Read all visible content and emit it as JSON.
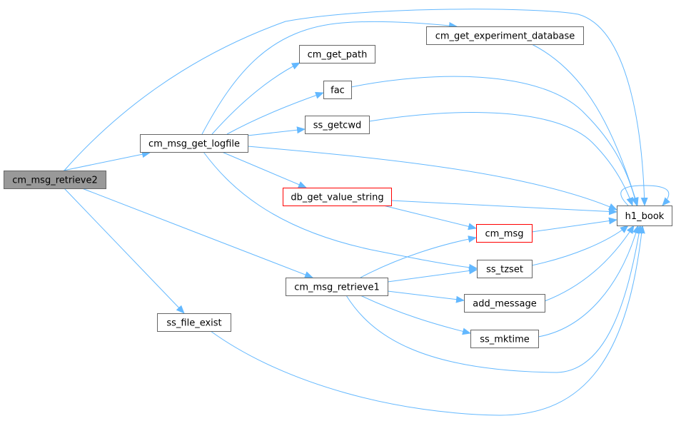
{
  "colors": {
    "edge": "#63b8ff",
    "node_fill": "#ffffff",
    "node_border": "#666666",
    "root_fill": "#999999",
    "root_border": "#666666",
    "truncated_border": "#ff0000"
  },
  "nodes": {
    "cm_msg_retrieve2": {
      "label": "cm_msg_retrieve2",
      "kind": "root"
    },
    "cm_msg_get_logfile": {
      "label": "cm_msg_get_logfile",
      "kind": "normal"
    },
    "cm_msg_retrieve1": {
      "label": "cm_msg_retrieve1",
      "kind": "normal"
    },
    "ss_file_exist": {
      "label": "ss_file_exist",
      "kind": "normal"
    },
    "cm_get_experiment_database": {
      "label": "cm_get_experiment_database",
      "kind": "normal"
    },
    "cm_get_path": {
      "label": "cm_get_path",
      "kind": "normal"
    },
    "fac": {
      "label": "fac",
      "kind": "normal"
    },
    "ss_getcwd": {
      "label": "ss_getcwd",
      "kind": "normal"
    },
    "db_get_value_string": {
      "label": "db_get_value_string",
      "kind": "truncated"
    },
    "cm_msg": {
      "label": "cm_msg",
      "kind": "truncated"
    },
    "ss_tzset": {
      "label": "ss_tzset",
      "kind": "normal"
    },
    "add_message": {
      "label": "add_message",
      "kind": "normal"
    },
    "ss_mktime": {
      "label": "ss_mktime",
      "kind": "normal"
    },
    "h1_book": {
      "label": "h1_book",
      "kind": "normal"
    }
  },
  "edges": [
    {
      "from": "cm_msg_retrieve2",
      "to": "cm_msg_get_logfile"
    },
    {
      "from": "cm_msg_retrieve2",
      "to": "cm_msg_retrieve1"
    },
    {
      "from": "cm_msg_retrieve2",
      "to": "ss_file_exist"
    },
    {
      "from": "cm_msg_retrieve2",
      "to": "h1_book"
    },
    {
      "from": "cm_msg_get_logfile",
      "to": "cm_get_experiment_database"
    },
    {
      "from": "cm_msg_get_logfile",
      "to": "cm_get_path"
    },
    {
      "from": "cm_msg_get_logfile",
      "to": "fac"
    },
    {
      "from": "cm_msg_get_logfile",
      "to": "ss_getcwd"
    },
    {
      "from": "cm_msg_get_logfile",
      "to": "db_get_value_string"
    },
    {
      "from": "cm_msg_get_logfile",
      "to": "ss_tzset"
    },
    {
      "from": "cm_msg_get_logfile",
      "to": "h1_book"
    },
    {
      "from": "cm_get_experiment_database",
      "to": "h1_book"
    },
    {
      "from": "fac",
      "to": "h1_book"
    },
    {
      "from": "ss_getcwd",
      "to": "h1_book"
    },
    {
      "from": "db_get_value_string",
      "to": "cm_msg"
    },
    {
      "from": "db_get_value_string",
      "to": "h1_book"
    },
    {
      "from": "cm_msg",
      "to": "h1_book"
    },
    {
      "from": "ss_tzset",
      "to": "h1_book"
    },
    {
      "from": "cm_msg_retrieve1",
      "to": "cm_msg"
    },
    {
      "from": "cm_msg_retrieve1",
      "to": "ss_tzset"
    },
    {
      "from": "cm_msg_retrieve1",
      "to": "add_message"
    },
    {
      "from": "cm_msg_retrieve1",
      "to": "ss_mktime"
    },
    {
      "from": "cm_msg_retrieve1",
      "to": "h1_book"
    },
    {
      "from": "add_message",
      "to": "h1_book"
    },
    {
      "from": "ss_mktime",
      "to": "h1_book"
    },
    {
      "from": "ss_file_exist",
      "to": "h1_book"
    },
    {
      "from": "h1_book",
      "to": "h1_book"
    }
  ]
}
